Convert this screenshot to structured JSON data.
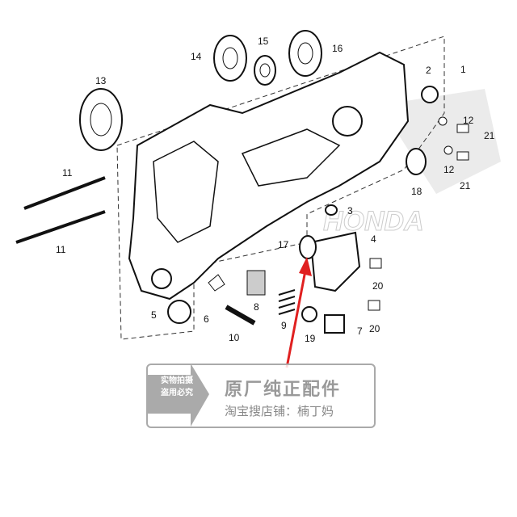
{
  "diagram": {
    "brand_watermark": "HONDA",
    "part_labels": {
      "p1": "1",
      "p2": "2",
      "p3": "3",
      "p4": "4",
      "p5": "5",
      "p6": "6",
      "p7": "7",
      "p8": "8",
      "p9": "9",
      "p10": "10",
      "p11a": "11",
      "p11b": "11",
      "p12a": "12",
      "p12b": "12",
      "p13": "13",
      "p14": "14",
      "p15": "15",
      "p16": "16",
      "p17": "17",
      "p18": "18",
      "p19": "19",
      "p20a": "20",
      "p20b": "20",
      "p21a": "21",
      "p21b": "21"
    },
    "arrow_color": "#e02020"
  },
  "watermark": {
    "badge_line1": "实物拍摄",
    "badge_line2": "盗用必究",
    "title": "原厂纯正配件",
    "shop": "淘宝搜店铺：楠丁妈"
  }
}
